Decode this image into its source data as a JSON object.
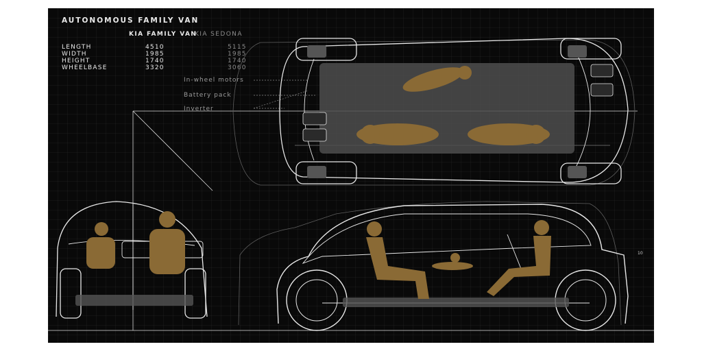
{
  "header": {
    "title": "AUTONOMOUS FAMILY VAN",
    "col1": "KIA FAMILY VAN",
    "col2": "KIA SEDONA"
  },
  "specs": [
    {
      "label": "LENGTH",
      "family_van": "4510",
      "sedona": "5115"
    },
    {
      "label": "WIDTH",
      "family_van": "1985",
      "sedona": "1985"
    },
    {
      "label": "HEIGHT",
      "family_van": "1740",
      "sedona": "1740"
    },
    {
      "label": "WHEELBASE",
      "family_van": "3320",
      "sedona": "3060"
    }
  ],
  "components": [
    "In-wheel motors",
    "Battery pack",
    "Inverter"
  ],
  "page_number": "10",
  "colors": {
    "background": "#090909",
    "line": "#e8e8e8",
    "sedona_line": "#6a6a6a",
    "occupant": "#8a6a35",
    "battery": "#555555"
  }
}
